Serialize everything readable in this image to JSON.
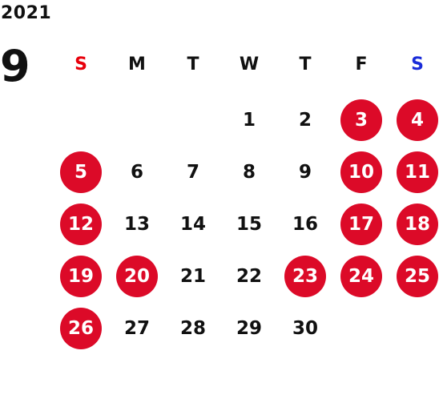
{
  "calendar": {
    "year": "2021",
    "month": "9",
    "weekdays": [
      {
        "label": "S",
        "color": "#e8000b"
      },
      {
        "label": "M",
        "color": "#111111"
      },
      {
        "label": "T",
        "color": "#111111"
      },
      {
        "label": "W",
        "color": "#111111"
      },
      {
        "label": "T",
        "color": "#111111"
      },
      {
        "label": "F",
        "color": "#111111"
      },
      {
        "label": "S",
        "color": "#1a2cd9"
      }
    ],
    "holiday_color": "#dc0a28",
    "weeks": [
      [
        null,
        null,
        null,
        {
          "d": "1"
        },
        {
          "d": "2"
        },
        {
          "d": "3",
          "h": true
        },
        {
          "d": "4",
          "h": true
        }
      ],
      [
        {
          "d": "5",
          "h": true
        },
        {
          "d": "6"
        },
        {
          "d": "7"
        },
        {
          "d": "8"
        },
        {
          "d": "9"
        },
        {
          "d": "10",
          "h": true
        },
        {
          "d": "11",
          "h": true
        }
      ],
      [
        {
          "d": "12",
          "h": true
        },
        {
          "d": "13"
        },
        {
          "d": "14"
        },
        {
          "d": "15"
        },
        {
          "d": "16"
        },
        {
          "d": "17",
          "h": true
        },
        {
          "d": "18",
          "h": true
        }
      ],
      [
        {
          "d": "19",
          "h": true
        },
        {
          "d": "20",
          "h": true
        },
        {
          "d": "21"
        },
        {
          "d": "22"
        },
        {
          "d": "23",
          "h": true
        },
        {
          "d": "24",
          "h": true
        },
        {
          "d": "25",
          "h": true
        }
      ],
      [
        {
          "d": "26",
          "h": true
        },
        {
          "d": "27"
        },
        {
          "d": "28"
        },
        {
          "d": "29"
        },
        {
          "d": "30"
        },
        null,
        null
      ]
    ]
  }
}
